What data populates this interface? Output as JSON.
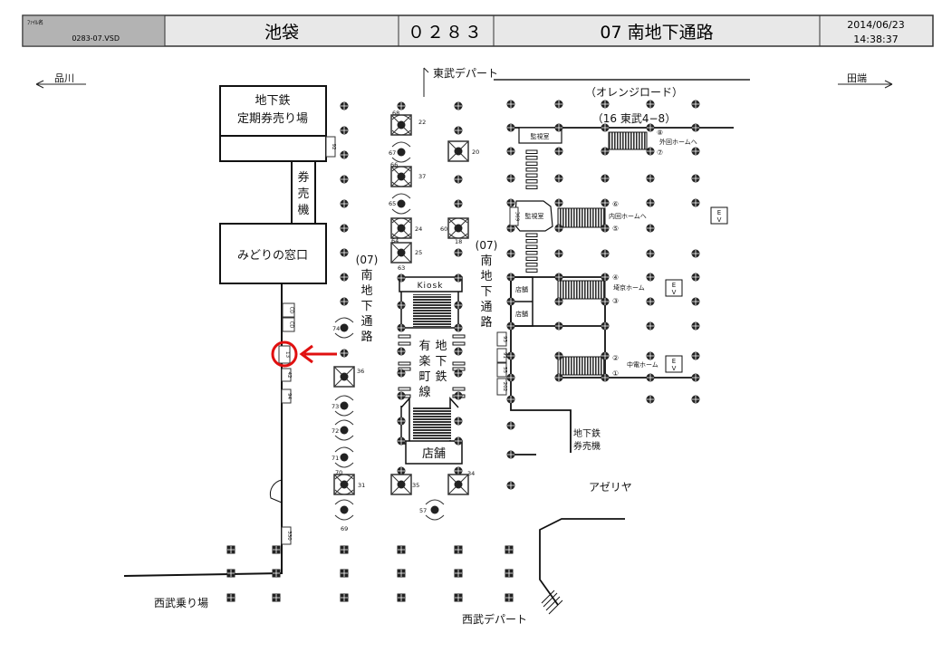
{
  "header": {
    "file_label": "ﾌｧｲﾙ名",
    "file_name": "0283-07.VSD",
    "station": "池袋",
    "code": "０２８３",
    "area": "07 南地下通路",
    "date": "2014/06/23",
    "time": "14:38:37"
  },
  "directions": {
    "left": "品川",
    "right": "田端",
    "tobu_dept": "東武デパート",
    "seibu_dept": "西武デパート",
    "seibu_platform": "西武乗り場"
  },
  "facilities": {
    "commuter_pass": [
      "地下鉄",
      "定期券売り場"
    ],
    "ticket_machines": [
      "券",
      "売",
      "機"
    ],
    "midori": "みどりの窓口",
    "passage_a": [
      "(07)",
      "南",
      "地",
      "下",
      "通",
      "路"
    ],
    "passage_b": [
      "(07)",
      "南",
      "地",
      "下",
      "通",
      "路"
    ],
    "kiosk": "Kiosk",
    "yurakucho": [
      "有",
      "楽",
      "町",
      "地",
      "下",
      "鉄",
      "線"
    ],
    "shop": "店舗",
    "shop_small_1": "店舗",
    "shop_small_2": "店舗",
    "monitor_1": "監視室",
    "monitor_2": "監視室",
    "orange_road": "（オレンジロード）",
    "tobu_gate": "（16 東武4−8）",
    "outer_loop": "外回ホームへ",
    "inner_loop": "内回ホームへ",
    "saikyo": "埼京ホーム",
    "chuden": "中電ホーム",
    "subway_ticket": [
      "地下鉄",
      "券売機"
    ],
    "azeria": "アゼリヤ",
    "ev": [
      "E",
      "V"
    ]
  },
  "platform_numbers": [
    "①",
    "②",
    "③",
    "④",
    "⑤",
    "⑥",
    "⑦",
    "⑧"
  ],
  "wall_boxes": [
    "92",
    "CD",
    "CD",
    "13",
    "42",
    "94",
    "330",
    "369",
    "93",
    "91",
    "55",
    "202"
  ],
  "machines": [
    "68",
    "22",
    "67",
    "66",
    "37",
    "65",
    "24",
    "64",
    "25",
    "63",
    "20",
    "60",
    "18",
    "74",
    "36",
    "73",
    "72",
    "71",
    "70",
    "31",
    "69",
    "35",
    "34",
    "57"
  ],
  "highlight": {
    "target": "13",
    "color": "#e01010"
  }
}
